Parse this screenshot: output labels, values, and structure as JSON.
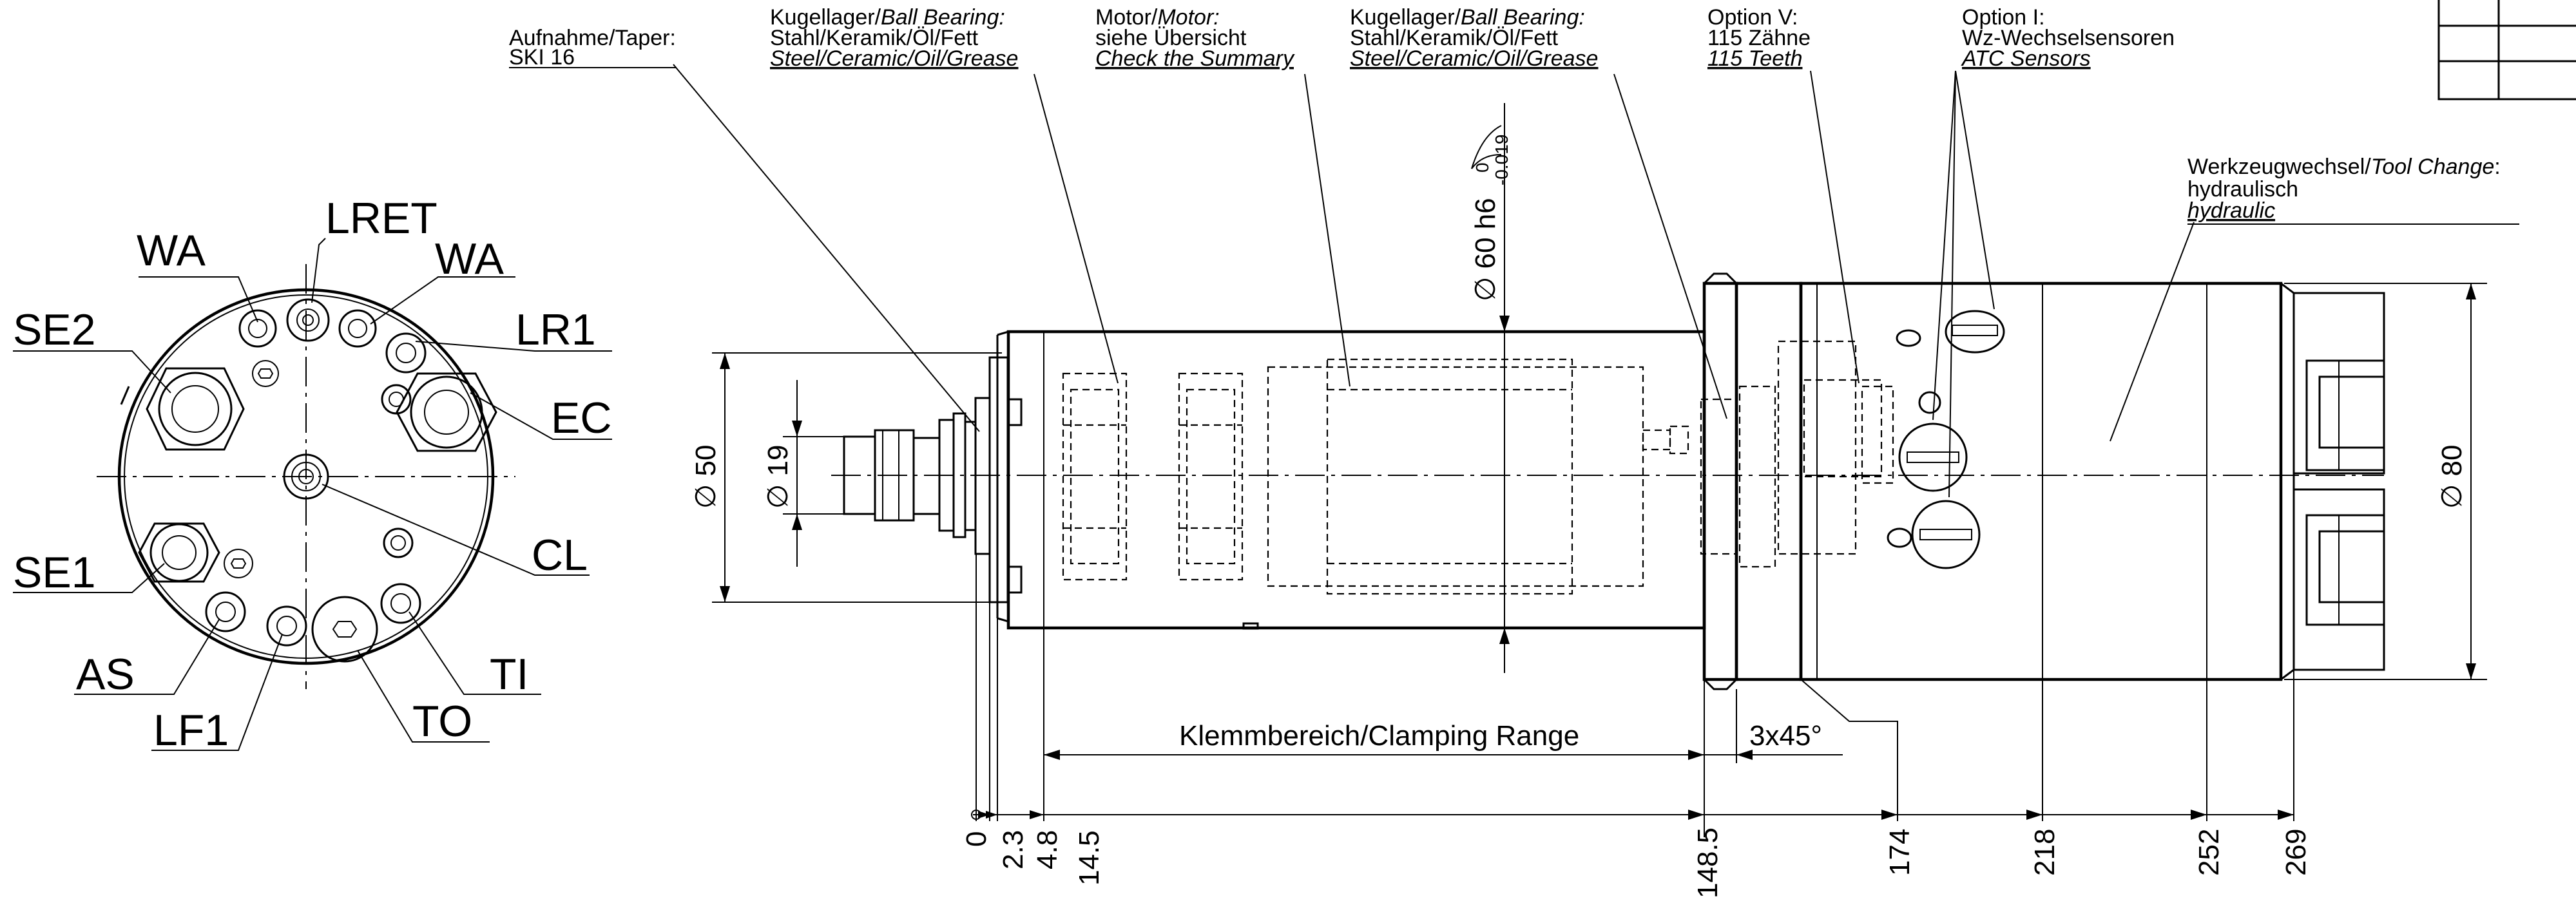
{
  "end_view_labels": {
    "wa_left": "WA",
    "lret": "LRET",
    "wa_right": "WA",
    "se2": "SE2",
    "lr1": "LR1",
    "ec": "EC",
    "cl": "CL",
    "se1": "SE1",
    "as": "AS",
    "ti": "TI",
    "to": "TO",
    "lf1": "LF1"
  },
  "callouts": {
    "taper": {
      "line1": "Aufnahme/Taper:",
      "line2": "SKI 16"
    },
    "bearing_front": {
      "line1_de": "Kugellager/",
      "line1_en": "Ball Bearing:",
      "line2": "Stahl/Keramik/Öl/Fett",
      "line3": "Steel/Ceramic/Oil/Grease"
    },
    "motor": {
      "line1_de": "Motor/",
      "line1_en": "Motor:",
      "line2": "siehe Übersicht",
      "line3": "Check the Summary"
    },
    "bearing_rear": {
      "line1_de": "Kugellager/",
      "line1_en": "Ball Bearing:",
      "line2": "Stahl/Keramik/Öl/Fett",
      "line3": "Steel/Ceramic/Oil/Grease"
    },
    "option_v": {
      "line1": "Option V:",
      "line2": "115 Zähne",
      "line3": "115 Teeth"
    },
    "option_i": {
      "line1": "Option I:",
      "line2": "Wz-Wechselsensoren",
      "line3": "ATC Sensors"
    },
    "tool_change": {
      "line1_de": "Werkzeugwechsel/",
      "line1_en": "Tool Change",
      "line1_colon": ":",
      "line2": "hydraulisch",
      "line3": "hydraulic"
    }
  },
  "dimensions": {
    "dia_60": "∅ 60 h6",
    "tol_upper": "0",
    "tol_lower": "-0.019",
    "dia_50": "∅ 50",
    "dia_19": "∅ 19",
    "dia_80": "∅ 80",
    "clamping_range": "Klemmbereich/Clamping Range",
    "chamfer": "3x45°",
    "baseline": [
      "0",
      "2.3",
      "4.8",
      "14.5",
      "148.5",
      "174",
      "218",
      "252",
      "269"
    ]
  }
}
